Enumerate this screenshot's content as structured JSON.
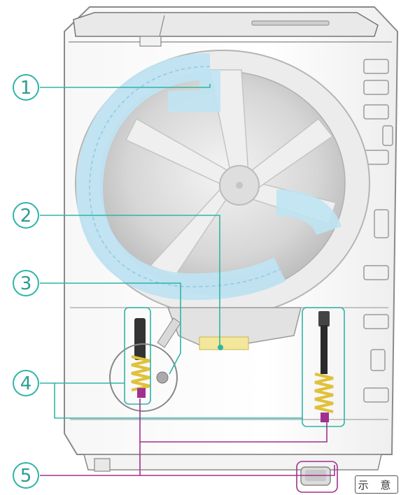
{
  "callouts": [
    {
      "id": "1",
      "label": "1"
    },
    {
      "id": "2",
      "label": "2"
    },
    {
      "id": "3",
      "label": "3"
    },
    {
      "id": "4",
      "label": "4"
    },
    {
      "id": "5",
      "label": "5"
    }
  ],
  "note": "示 意",
  "colors": {
    "teal": "#2fb5a6",
    "magenta": "#a0308f",
    "seal_blue": "#bfe3f2",
    "spring": "#e0c13a",
    "body_line": "#8a8a8a"
  }
}
